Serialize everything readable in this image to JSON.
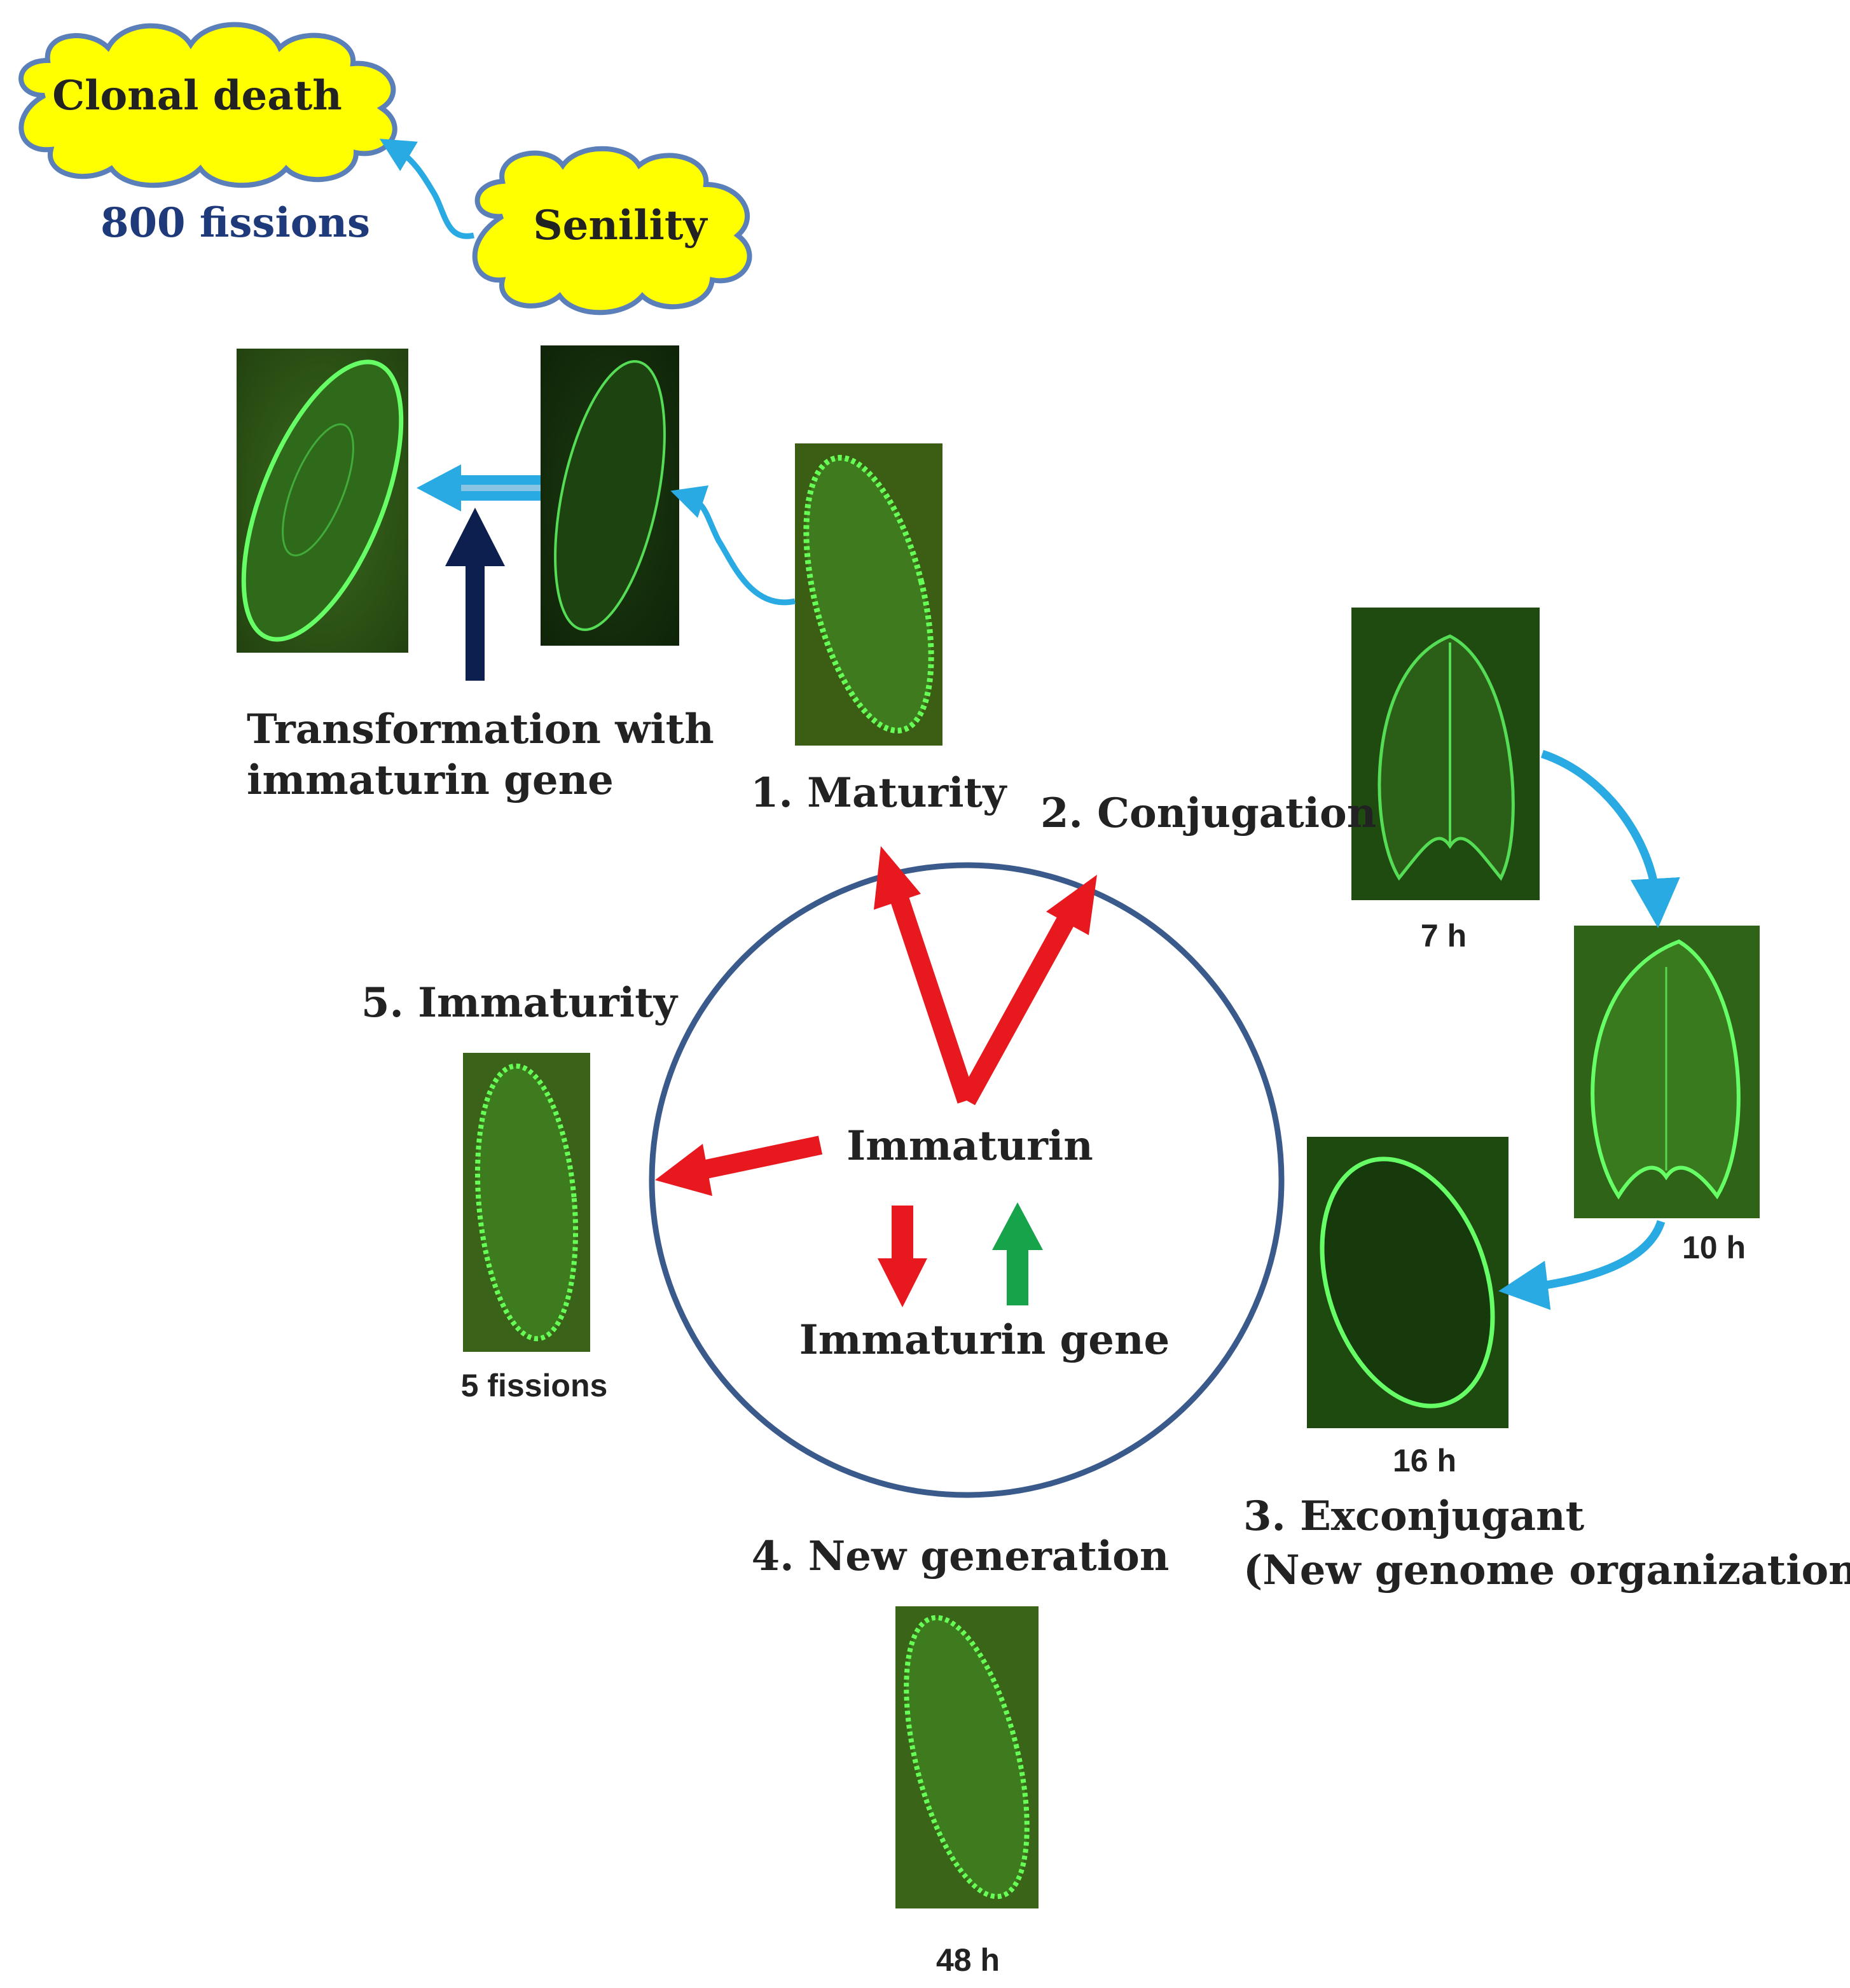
{
  "clouds": {
    "clonal_death": "Clonal death",
    "senility": "Senility",
    "fissions_800": "800 fissions"
  },
  "transformation": {
    "line1": "Transformation with",
    "line2": "immaturin gene"
  },
  "stages": {
    "maturity": "1. Maturity",
    "conjugation": "2. Conjugation",
    "exconjugant_line1": "3. Exconjugant",
    "exconjugant_line2": "(New genome organization)",
    "new_generation": "4. New generation",
    "immaturity": "5. Immaturity"
  },
  "times": {
    "t7": "7 h",
    "t10": "10 h",
    "t16": "16 h",
    "t48": "48 h",
    "fissions_5": "5 fissions"
  },
  "center": {
    "immaturin": "Immaturin",
    "immaturin_gene": "Immaturin gene"
  },
  "colors": {
    "cycle_circle": "#3a5a8c",
    "red_arrow": "#e8191e",
    "green_arrow": "#16a34a",
    "light_blue_arrow": "#29aae2",
    "navy_arrow": "#0d1f4f",
    "cloud_fill": "#ffff00",
    "cloud_outline": "#5b7fb8",
    "micrograph_bg": "#2f5a1c",
    "cell_glow": "#44ee44"
  }
}
